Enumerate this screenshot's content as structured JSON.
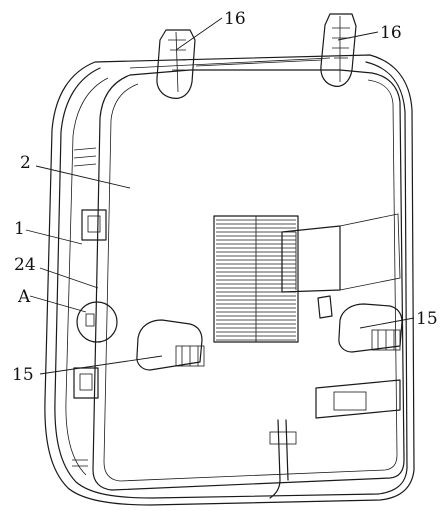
{
  "figure": {
    "callouts": [
      {
        "id": "label-16-left",
        "text": "16"
      },
      {
        "id": "label-16-right",
        "text": "16"
      },
      {
        "id": "label-2",
        "text": "2"
      },
      {
        "id": "label-1",
        "text": "1"
      },
      {
        "id": "label-24",
        "text": "24"
      },
      {
        "id": "label-A",
        "text": "A"
      },
      {
        "id": "label-15-right",
        "text": "15"
      },
      {
        "id": "label-15-left",
        "text": "15"
      }
    ]
  }
}
